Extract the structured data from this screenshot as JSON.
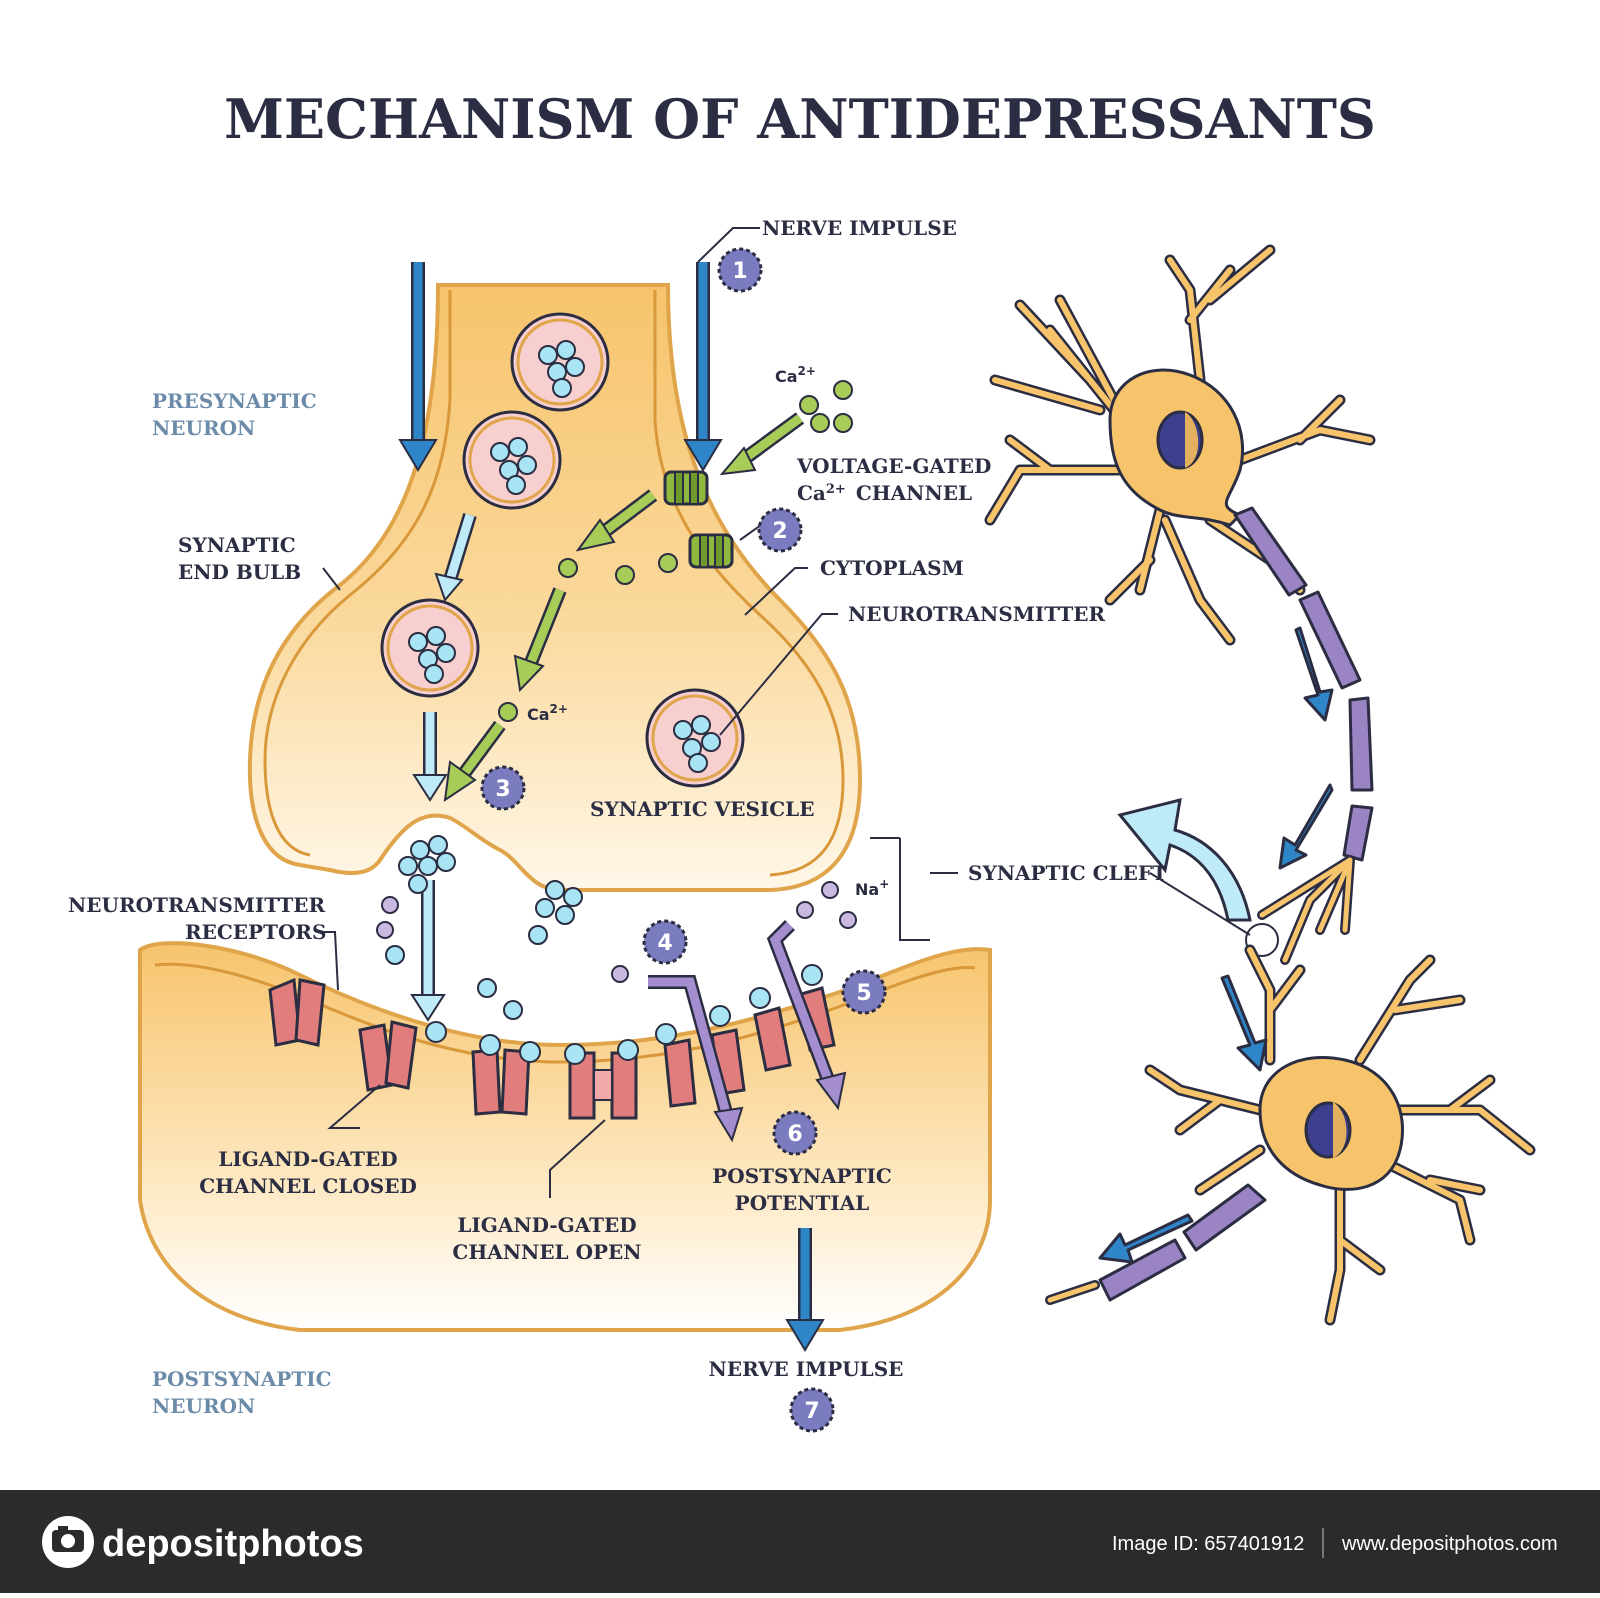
{
  "title": "MECHANISM OF ANTIDEPRESSANTS",
  "labels": {
    "nerve_impulse_top": "NERVE IMPULSE",
    "presynaptic_1": "PRESYNAPTIC",
    "presynaptic_2": "NEURON",
    "ca_top": "Ca",
    "ca_sup": "2+",
    "voltage_1": "VOLTAGE-GATED",
    "voltage_2a": "Ca",
    "voltage_2sup": "2+",
    "voltage_2b": "CHANNEL",
    "synaptic_end_1": "SYNAPTIC",
    "synaptic_end_2": "END BULB",
    "cytoplasm": "CYTOPLASM",
    "neurotransmitter": "NEUROTRANSMITTER",
    "ca_mid": "Ca",
    "ca_mid_sup": "2+",
    "synaptic_vesicle": "SYNAPTIC VESICLE",
    "na": "Na",
    "na_sup": "+",
    "synaptic_cleft": "SYNAPTIC CLEFT",
    "nt_receptors_1": "NEUROTRANSMITTER",
    "nt_receptors_2": "RECEPTORS",
    "ligand_closed_1": "LIGAND-GATED",
    "ligand_closed_2": "CHANNEL CLOSED",
    "ligand_open_1": "LIGAND-GATED",
    "ligand_open_2": "CHANNEL OPEN",
    "postsynaptic_potential_1": "POSTSYNAPTIC",
    "postsynaptic_potential_2": "POTENTIAL",
    "nerve_impulse_bottom": "NERVE IMPULSE",
    "postsynaptic_1": "POSTSYNAPTIC",
    "postsynaptic_2": "NEURON"
  },
  "steps": [
    "1",
    "2",
    "3",
    "4",
    "5",
    "6",
    "7"
  ],
  "footer": {
    "brand": "depositphotos",
    "image_id": "Image ID: 657401912",
    "url": "www.depositphotos.com"
  },
  "colors": {
    "cell": "#f7c46c",
    "cell_light": "#fdf1d8",
    "outline": "#e0a54a",
    "blue_arrow": "#2e86c9",
    "green": "#86b33c",
    "receptor": "#e27d7d",
    "purple": "#9b84c4",
    "badge": "#7b7bbf",
    "footer_bg": "#2b2b2b"
  }
}
